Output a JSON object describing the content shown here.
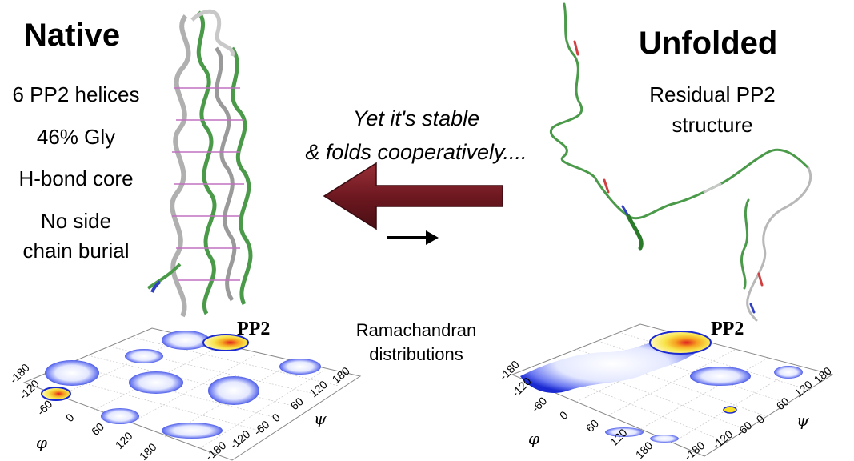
{
  "native": {
    "title": "Native",
    "features": [
      "6 PP2 helices",
      "46% Gly",
      "H-bond core",
      "No side",
      "chain burial"
    ]
  },
  "unfolded": {
    "title": "Unfolded",
    "features": [
      "Residual PP2",
      "structure"
    ]
  },
  "center": {
    "caption_line1": "Yet it's stable",
    "caption_line2": "& folds cooperatively....",
    "rama_line1": "Ramachandran",
    "rama_line2": "distributions"
  },
  "plots": {
    "peak_label": "PP2",
    "phi_ticks": [
      "-180",
      "-120",
      "-60",
      "0",
      "60",
      "120",
      "180"
    ],
    "psi_ticks": [
      "180",
      "120",
      "60",
      "0",
      "-60",
      "-120",
      "-180"
    ],
    "phi_label": "φ",
    "psi_label": "ψ"
  },
  "colors": {
    "big_arrow": "#7a1a22",
    "ribbon_green": "#4a9a4a",
    "contour_blue": "#1a2ad0",
    "peak_red": "#e02020",
    "peak_yellow": "#f8e020"
  }
}
